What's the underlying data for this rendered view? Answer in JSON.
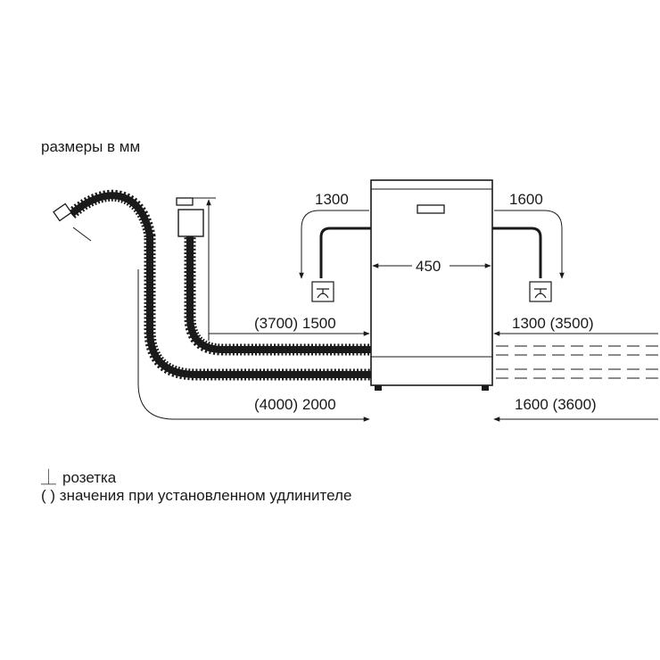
{
  "units_note": "размеры в мм",
  "dimensions": {
    "power_left": "1300",
    "power_right": "1600",
    "width": "450",
    "drain_hose": "(3700) 1500",
    "inlet_hose": "(4000) 2000",
    "right_upper": "1300 (3500)",
    "right_lower": "1600 (3600)"
  },
  "legend": {
    "socket_symbol": "⏊",
    "socket": "розетка",
    "extension": "( ) значения при установленном удлинителе"
  },
  "colors": {
    "line": "#1a1a1a",
    "background": "#ffffff"
  }
}
